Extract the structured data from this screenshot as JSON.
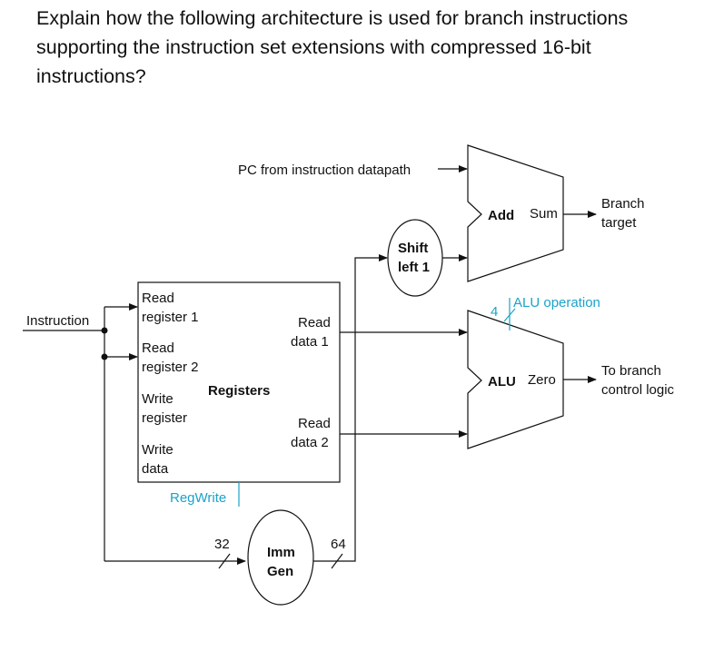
{
  "question": "Explain how the following architecture is used for branch instructions supporting the instruction set extensions with compressed 16-bit instructions?",
  "labels": {
    "pc_from_datapath": "PC from instruction datapath",
    "add": "Add",
    "sum": "Sum",
    "branch_target_line1": "Branch",
    "branch_target_line2": "target",
    "shift_line1": "Shift",
    "shift_line2": "left 1",
    "instruction": "Instruction",
    "read_register1_line1": "Read",
    "read_register1_line2": "register 1",
    "read_register2_line1": "Read",
    "read_register2_line2": "register 2",
    "write_register_line1": "Write",
    "write_register_line2": "register",
    "write_data_line1": "Write",
    "write_data_line2": "data",
    "registers": "Registers",
    "read_data1_line1": "Read",
    "read_data1_line2": "data 1",
    "read_data2_line1": "Read",
    "read_data2_line2": "data 2",
    "alu_operation": "ALU operation",
    "alu_op_width": "4",
    "alu": "ALU",
    "zero": "Zero",
    "to_branch_line1": "To branch",
    "to_branch_line2": "control logic",
    "regwrite": "RegWrite",
    "width_32": "32",
    "width_64": "64",
    "imm_line1": "Imm",
    "imm_line2": "Gen"
  },
  "colors": {
    "text": "#111111",
    "control_signal": "#1aa3c9",
    "wire": "#111111"
  }
}
